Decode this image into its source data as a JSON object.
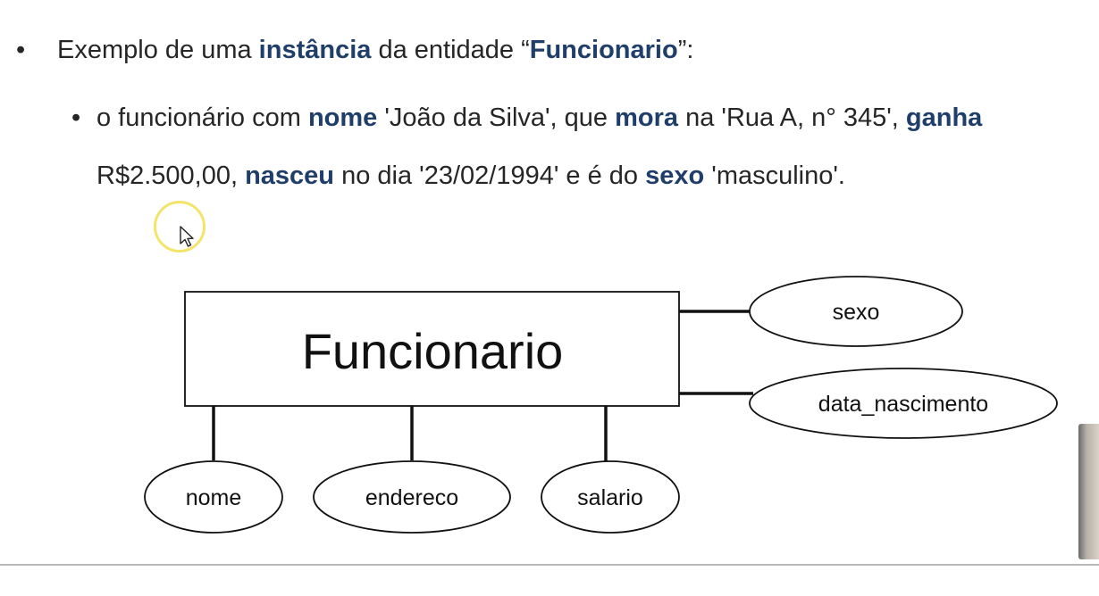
{
  "text": {
    "line1": {
      "bullet": "•",
      "p1": "Exemplo de uma ",
      "k1": "instância",
      "p2": " da entidade “",
      "k2": "Funcionario",
      "p3": "”:"
    },
    "line2": {
      "bullet": "•",
      "p1": "o funcionário com ",
      "k1": "nome",
      "p2": " 'João da Silva', que ",
      "k2": "mora",
      "p3": " na 'Rua A, n° 345', ",
      "k3": "ganha"
    },
    "line3": {
      "p1": "R$2.500,00, ",
      "k1": "nasceu",
      "p2": " no dia '23/02/1994' e é do ",
      "k2": "sexo",
      "p3": " 'masculino'."
    }
  },
  "diagram": {
    "entity": "Funcionario",
    "attributes": {
      "sexo": "sexo",
      "data_nascimento": "data_nascimento",
      "nome": "nome",
      "endereco": "endereco",
      "salario": "salario"
    }
  },
  "colors": {
    "highlight": "#1f3f6a",
    "text": "#262626",
    "cursor_ring": "#f3e46a"
  }
}
